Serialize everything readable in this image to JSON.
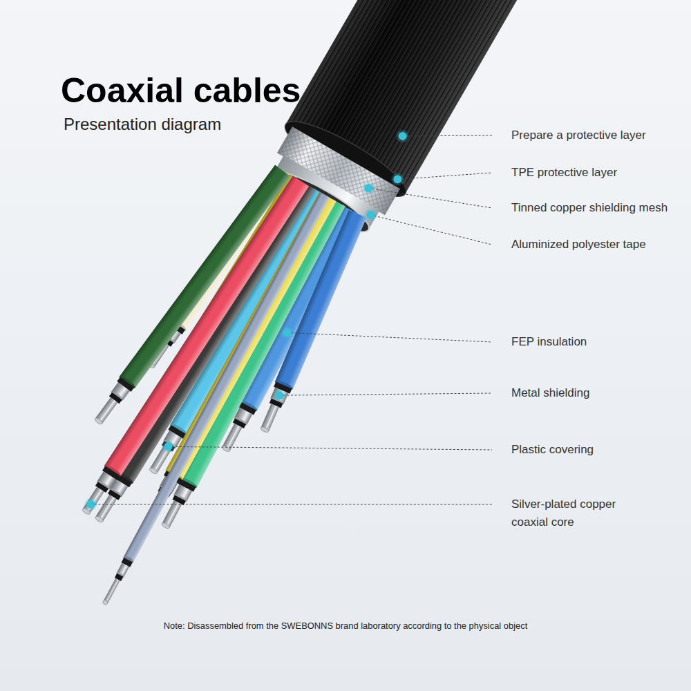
{
  "diagram": {
    "title": "Coaxial cables",
    "labels": [
      "Presentation diagram",
      "Prepare a protective layer",
      "TPE protective layer",
      "Tinned copper shielding mesh",
      "Aluminized polyester tape",
      "FEP insulation",
      "Metal shielding",
      "Plastic covering",
      "Silver-plated copper coaxial core",
      "Note: Disassembled from the SWEBONNS brand laboratory according to the physical object"
    ]
  }
}
